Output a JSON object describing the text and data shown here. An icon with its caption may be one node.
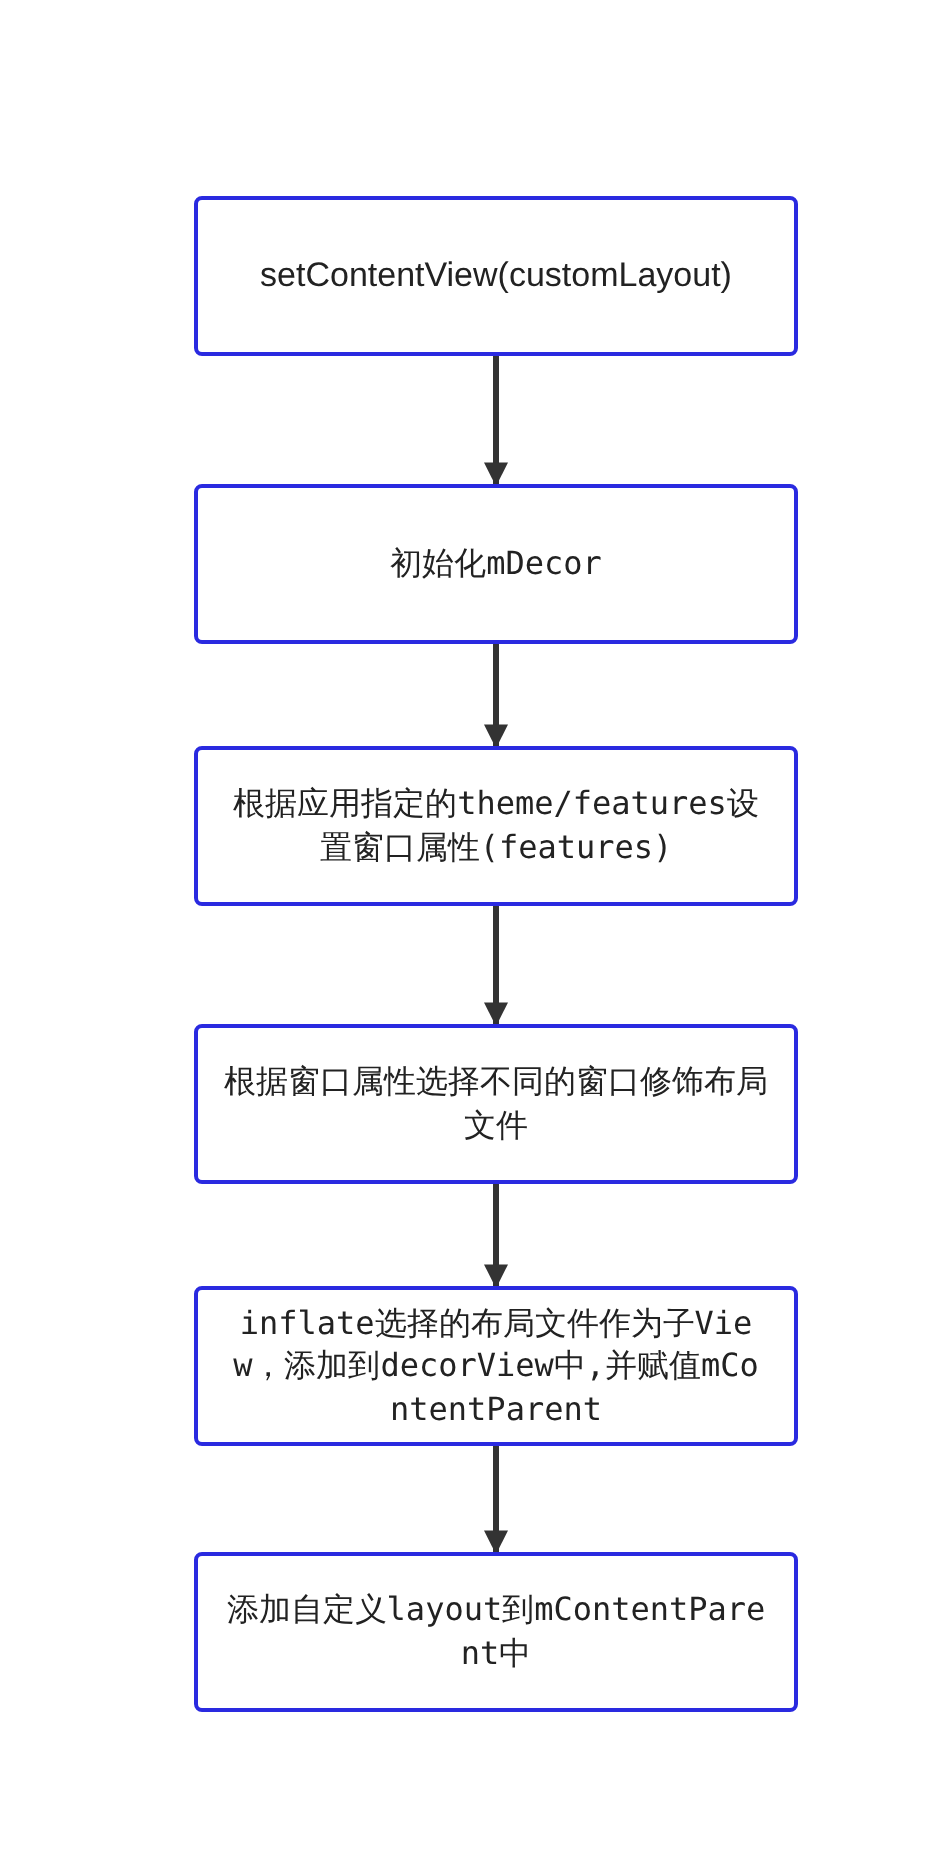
{
  "diagram": {
    "nodes": [
      {
        "text": [
          "setContentView(customLayout)"
        ]
      },
      {
        "text": [
          "初始化mDecor"
        ]
      },
      {
        "text": [
          "根据应用指定的theme/features设置窗口属性(features)"
        ]
      },
      {
        "text": [
          "根据窗口属性选择不同的窗口修饰布局文件"
        ]
      },
      {
        "text": [
          "inflate选择的布局文件作为子View，添加到decorView中,并赋值mContentParent"
        ]
      },
      {
        "text": [
          "添加自定义layout到mContentParent中"
        ]
      }
    ],
    "edges": [
      {
        "from": 0,
        "to": 1,
        "arrow": "to"
      },
      {
        "from": 1,
        "to": 2,
        "arrow": "to"
      },
      {
        "from": 2,
        "to": 3,
        "arrow": "to"
      },
      {
        "from": 3,
        "to": 4,
        "arrow": "to"
      },
      {
        "from": 4,
        "to": 5,
        "arrow": "to"
      }
    ]
  }
}
